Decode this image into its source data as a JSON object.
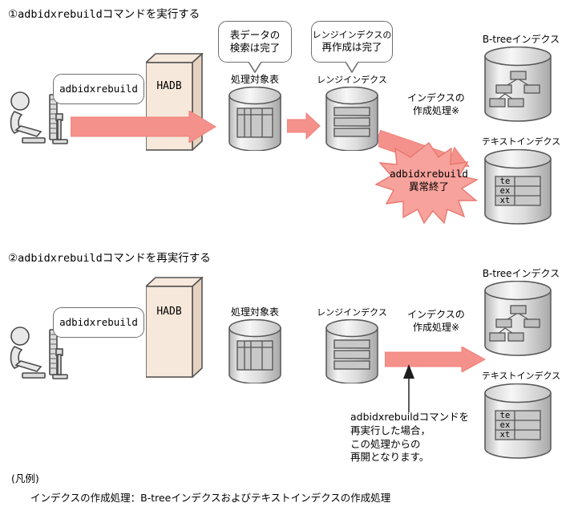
{
  "colors": {
    "arrow_pink": "#f4918b",
    "arrow_pink_edge": "#e8786f",
    "burst_fill": "#f7a29c",
    "burst_edge": "#e8786f",
    "slab_face": "#f6e8da",
    "cylinder_light": "#f2f2f2",
    "cylinder_mid": "#d0d0d0",
    "cylinder_dark": "#9a9a9a",
    "table_cell": "#c8c8c8",
    "outline": "#555555",
    "text": "#000000"
  },
  "sections": [
    {
      "id": "section-1",
      "heading": "①adbidxrebuildコマンドを実行する",
      "terminal_balloon": "adbidxrebuild",
      "slab_label": "HADB",
      "balloons": [
        {
          "id": "balloon-table-search",
          "lines": [
            "表データの",
            "検索は完了"
          ]
        },
        {
          "id": "balloon-range-rebuild",
          "lines": [
            "レンジインデクスの",
            "再作成は完了"
          ]
        }
      ],
      "node_labels": {
        "table": "処理対象表",
        "range_index": "レンジインデクス",
        "btree_index": "B-treeインデクス",
        "text_index": "テキストインデクス"
      },
      "process_arrow_label": [
        "インデクスの",
        "作成処理※"
      ],
      "burst": {
        "lines": [
          "adbidxrebuild",
          "異常終了"
        ]
      },
      "text_index_cells": [
        "te",
        "ex",
        "xt"
      ]
    },
    {
      "id": "section-2",
      "heading": "②adbidxrebuildコマンドを再実行する",
      "terminal_balloon": "adbidxrebuild",
      "slab_label": "HADB",
      "node_labels": {
        "table": "処理対象表",
        "range_index": "レンジインデクス",
        "btree_index": "B-treeインデクス",
        "text_index": "テキストインデクス"
      },
      "process_arrow_label": [
        "インデクスの",
        "作成処理※"
      ],
      "restart_note": [
        "adbidxrebuildコマンドを",
        "再実行した場合，",
        "この処理からの",
        "再開となります。"
      ],
      "text_index_cells": [
        "te",
        "ex",
        "xt"
      ]
    }
  ],
  "legend": {
    "title": "(凡例)",
    "entry": "インデクスの作成処理：B-treeインデクスおよびテキストインデクスの作成処理"
  }
}
